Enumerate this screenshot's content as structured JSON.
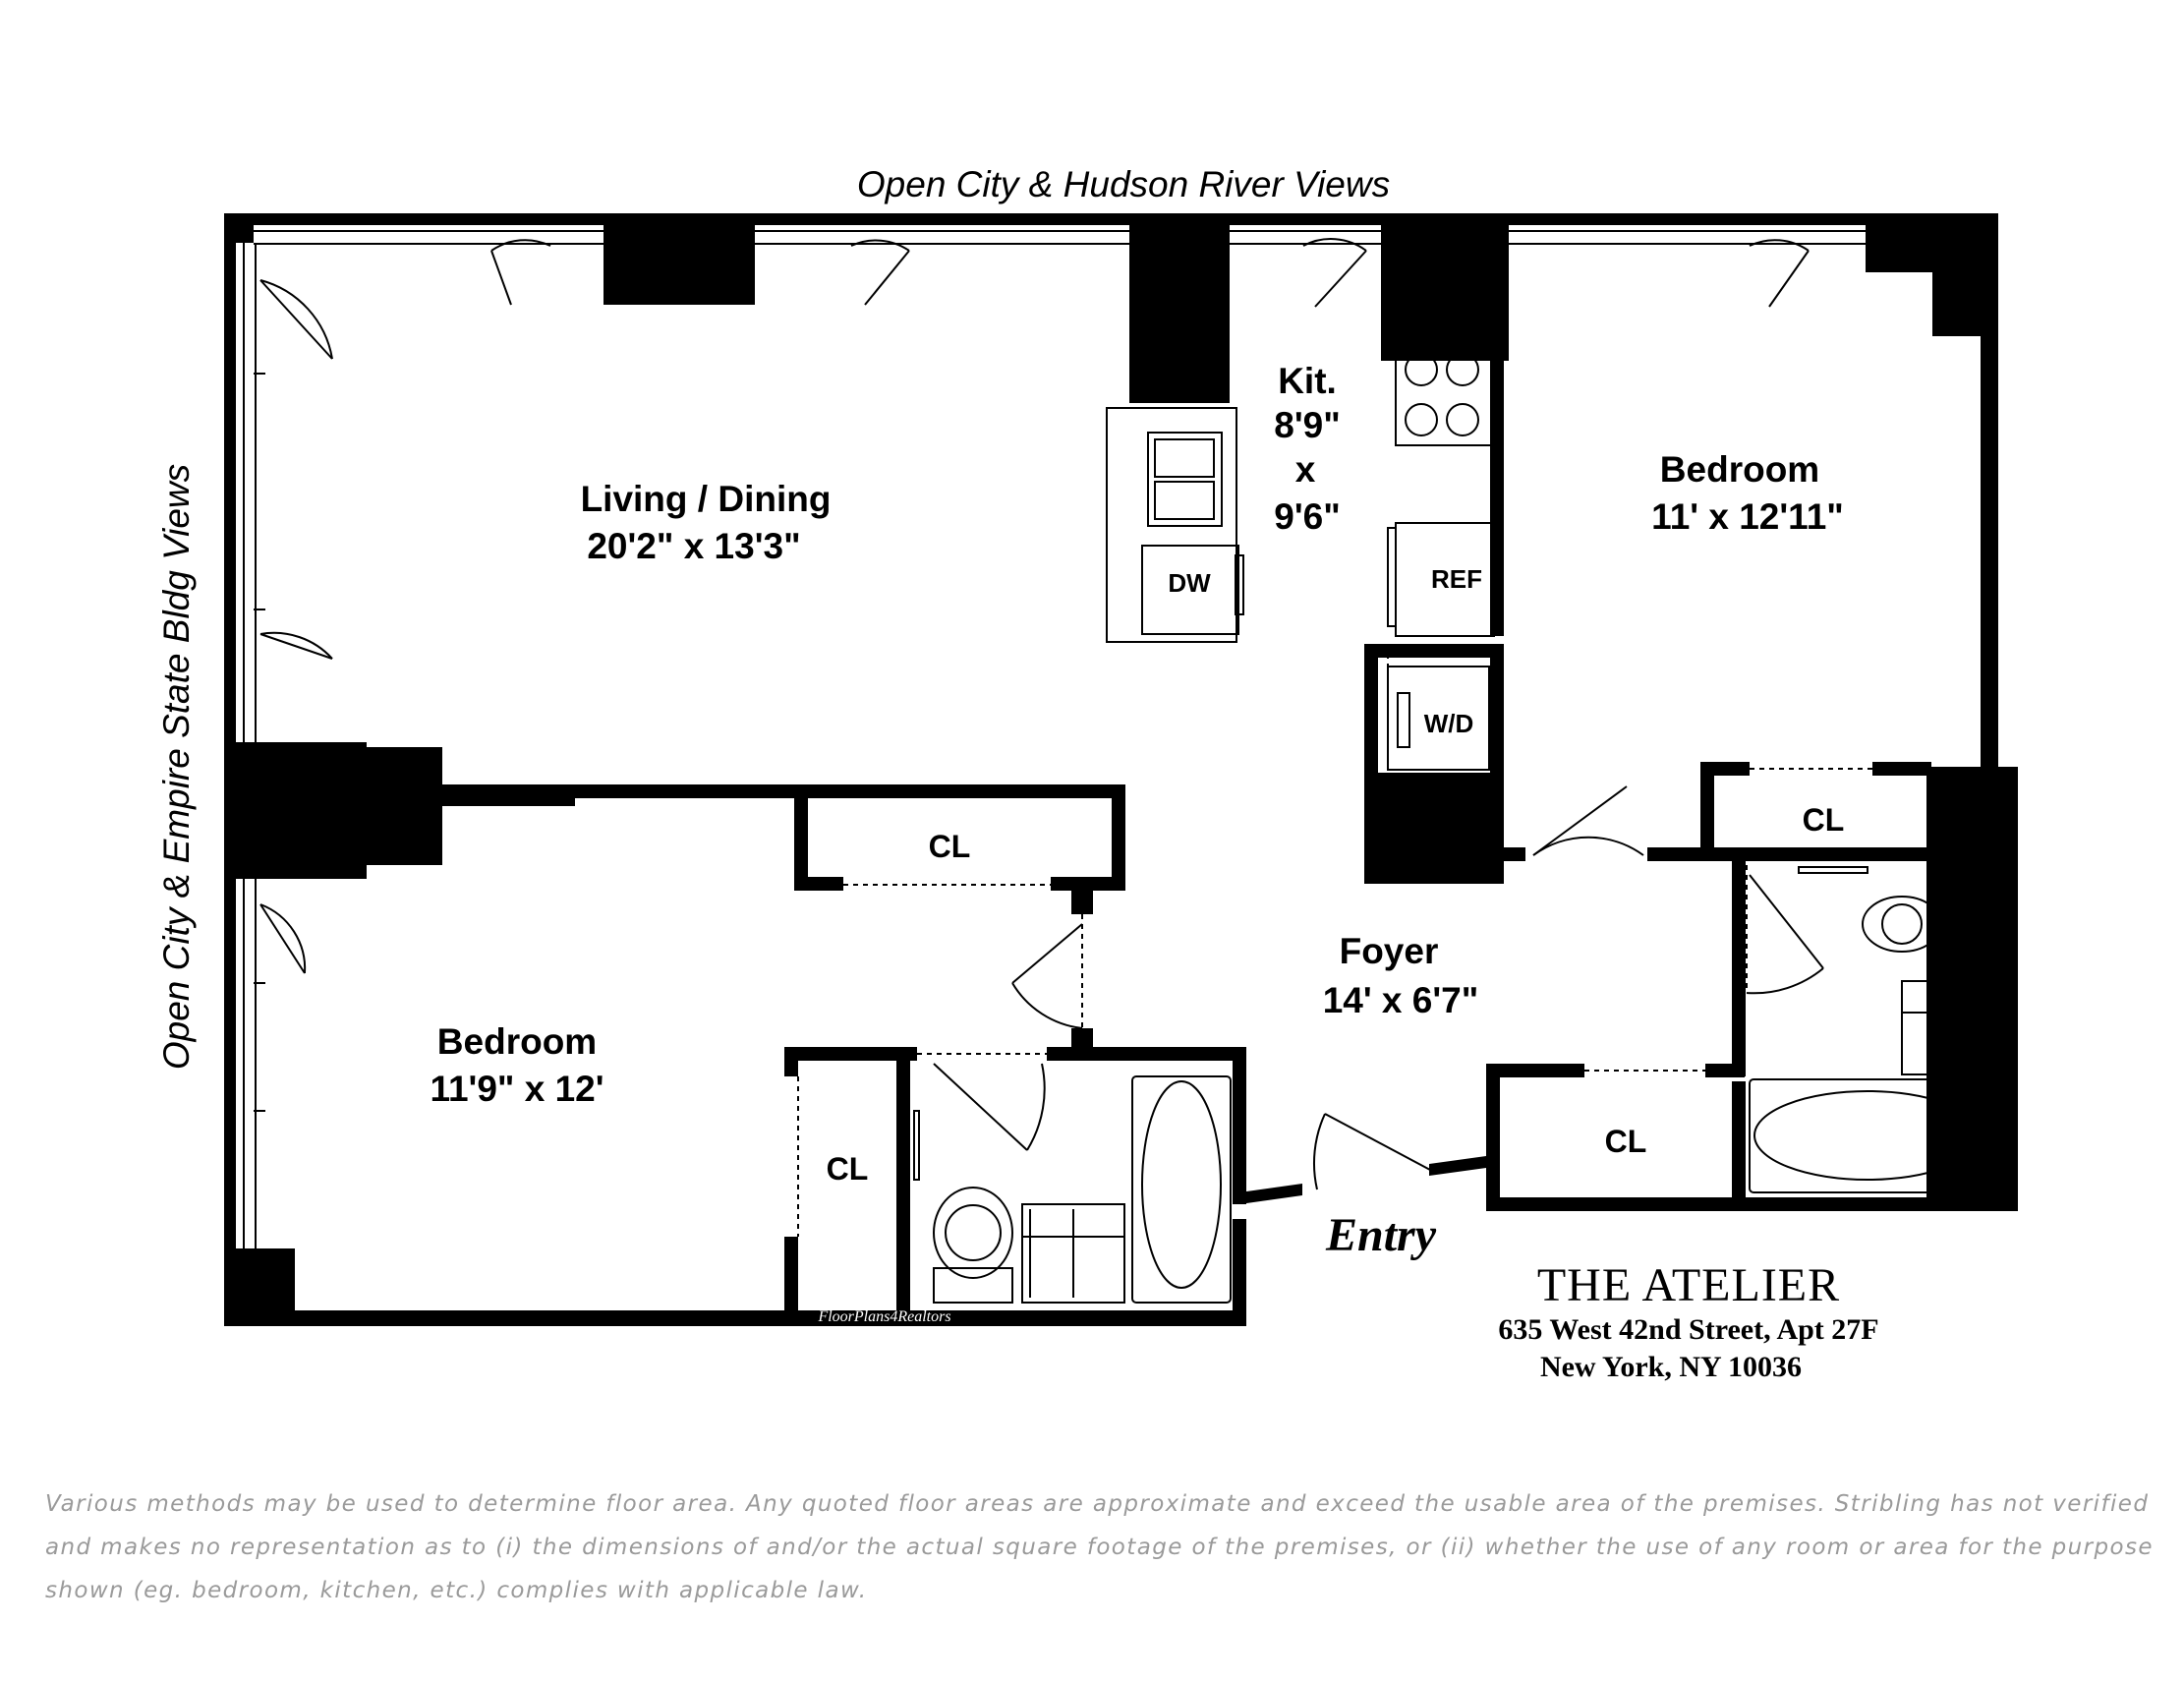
{
  "views": {
    "top": "Open City & Hudson River Views",
    "left": "Open City & Empire State Bldg Views"
  },
  "rooms": {
    "living": {
      "name": "Living / Dining",
      "dims": "20'2\" x 13'3\""
    },
    "kitchen": {
      "name": "Kit.",
      "dim_a": "8'9\"",
      "dim_x": "x",
      "dim_b": "9'6\""
    },
    "bedroom_right": {
      "name": "Bedroom",
      "dims": "11' x 12'11\""
    },
    "bedroom_left": {
      "name": "Bedroom",
      "dims": "11'9\" x 12'"
    },
    "foyer": {
      "name": "Foyer",
      "dims": "14' x 6'7\""
    }
  },
  "closets": {
    "upper_left": "CL",
    "left_bath": "CL",
    "entry": "CL",
    "right": "CL"
  },
  "appliances": {
    "dishwasher": "DW",
    "refrigerator": "REF",
    "washer_dryer": "W/D"
  },
  "entry_label": "Entry",
  "credit": "FloorPlans4Realtors",
  "building": {
    "name": "THE ATELIER",
    "address_line1": "635 West 42nd Street, Apt 27F",
    "address_line2": "New York, NY 10036"
  },
  "disclaimer": "Various methods may be used to determine floor area. Any quoted floor areas are approximate and exceed the usable area of the premises. Stribling has not verified and makes no representation as to (i) the dimensions of and/or the actual square footage of the premises, or (ii) whether the use of any room or area for the purpose shown (eg. bedroom, kitchen, etc.) complies with applicable law."
}
